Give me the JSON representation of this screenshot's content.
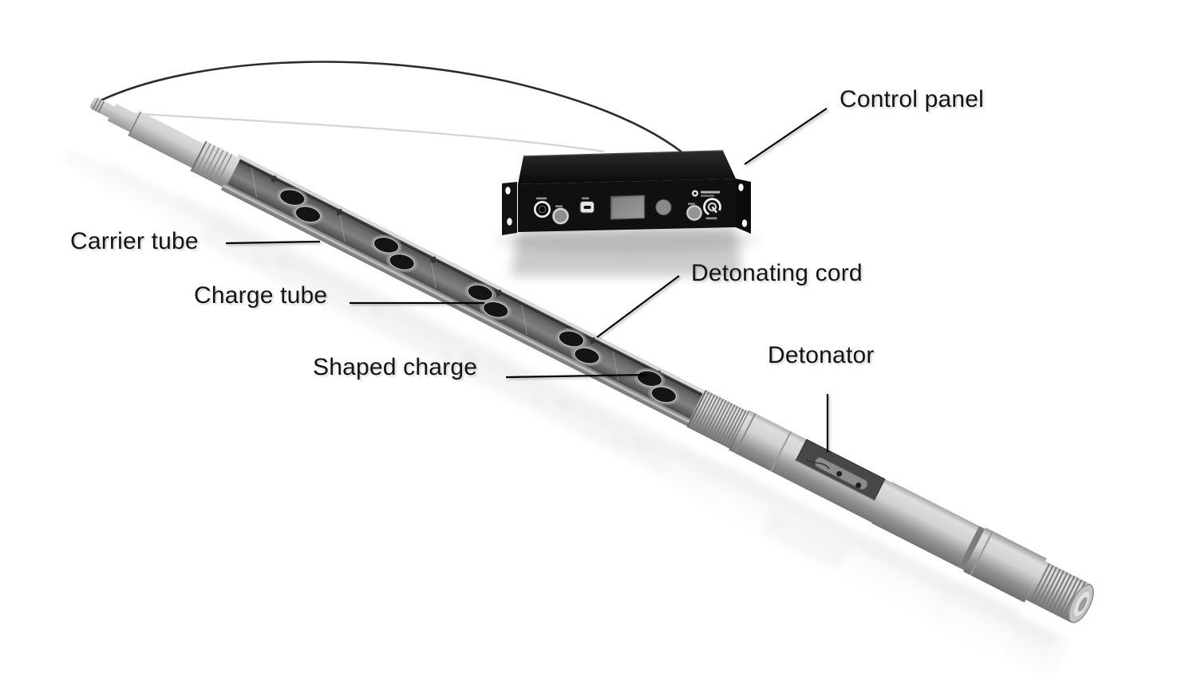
{
  "figure": {
    "type": "labeled-diagram",
    "subject": "Wireline perforating gun assembly with surface control panel",
    "background": "#ffffff"
  },
  "labels": {
    "control_panel": "Control panel",
    "carrier_tube": "Carrier tube",
    "charge_tube": "Charge tube",
    "detonating_cord": "Detonating cord",
    "shaped_charge": "Shaped charge",
    "detonator": "Detonator"
  },
  "colors": {
    "label_text": "#141414",
    "leader_line": "#000000",
    "panel_body": "#101010",
    "panel_top": "#1f1f1f",
    "metal_light": "#e6e6e6",
    "metal_mid": "#b0b0b0",
    "metal_dark": "#6f6f6f",
    "charge_tube_dark": "#474747",
    "shaped_charge_hole": "#141414",
    "cable": "#2c2c2c"
  }
}
